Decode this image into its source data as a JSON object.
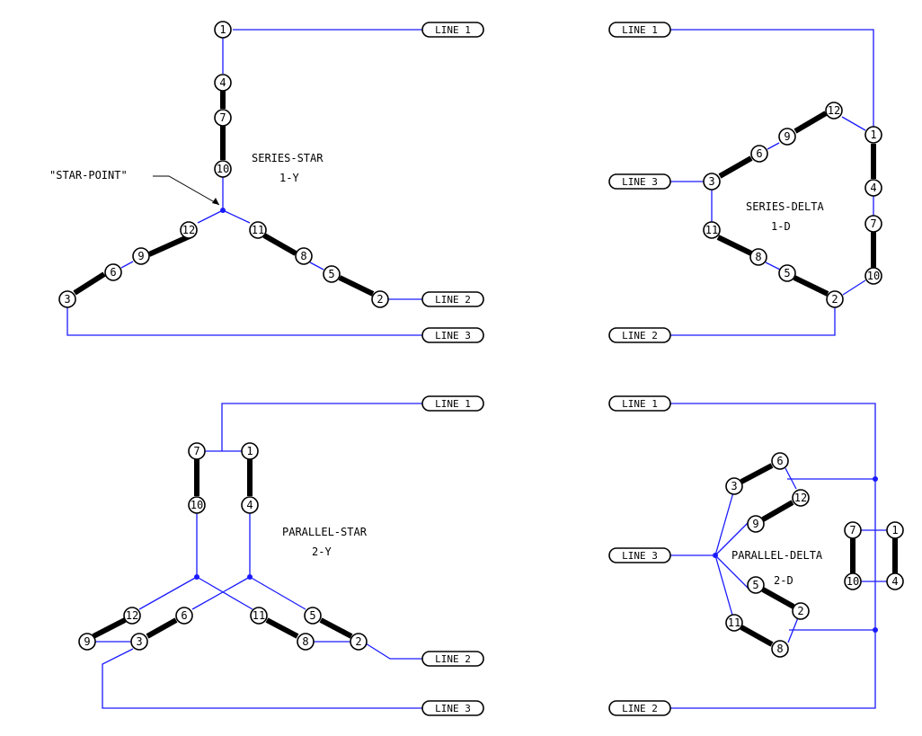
{
  "colors": {
    "wire": "#1a1aff",
    "coil": "#000000",
    "background": "#ffffff"
  },
  "line_labels": {
    "l1": "LINE 1",
    "l2": "LINE 2",
    "l3": "LINE 3"
  },
  "series_star": {
    "title": "SERIES-STAR",
    "code": "1-Y",
    "annotation": "\"STAR-POINT\""
  },
  "series_delta": {
    "title": "SERIES-DELTA",
    "code": "1-D"
  },
  "parallel_star": {
    "title": "PARALLEL-STAR",
    "code": "2-Y"
  },
  "parallel_delta": {
    "title": "PARALLEL-DELTA",
    "code": "2-D"
  },
  "terminals": [
    "1",
    "2",
    "3",
    "4",
    "5",
    "6",
    "7",
    "8",
    "9",
    "10",
    "11",
    "12"
  ]
}
